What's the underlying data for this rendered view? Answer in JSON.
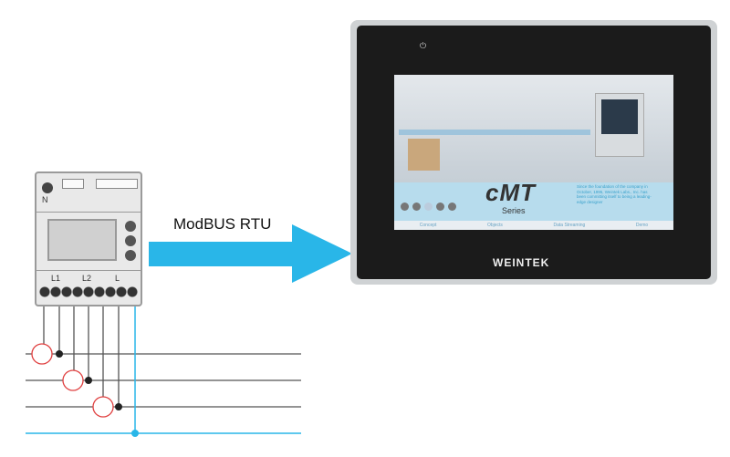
{
  "meter": {
    "neutral_label": "N",
    "phase_labels": [
      "L1",
      "L2",
      "L"
    ]
  },
  "link": {
    "label": "ModBUS RTU",
    "color": "#29b6e8"
  },
  "hmi": {
    "brand": "WEINTEK",
    "screen": {
      "title": "cMT",
      "subtitle": "Series",
      "blurb": "Since the foundation of the company in October, 1995, Weintek Labs., Inc. has been committing itself to being a leading-edge designer",
      "nav": [
        "Concept",
        "Objects",
        "Data Streaming",
        "Demo"
      ]
    }
  },
  "wiring": {
    "phase_line_color": "#555555",
    "neutral_line_color": "#29b6e8",
    "ct_color": "#e04040"
  }
}
